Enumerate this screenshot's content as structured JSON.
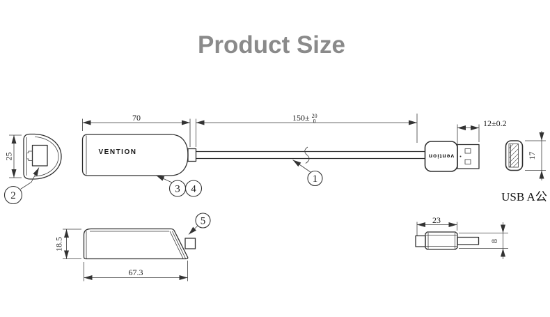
{
  "title": "Product Size",
  "colors": {
    "title_gray": "#8a8a8a",
    "line": "#2f2f2f"
  },
  "brand": {
    "body_logo": "VENTION",
    "plug_logo": "vention"
  },
  "callouts": {
    "c1": "1",
    "c2": "2",
    "c3": "3",
    "c4": "4",
    "c5": "5"
  },
  "annotations": {
    "usb_type": "USB A公"
  },
  "dimensions": {
    "body_length": "70",
    "cable_length": "150±",
    "cable_tol_plus": "20",
    "cable_tol_minus": "0",
    "plug_width": "12±0.2",
    "rear_height": "25",
    "usb_face_height": "17",
    "body_side_height": "18.5",
    "body_side_length": "67.3",
    "plug_assembly_length": "23",
    "plug_side_height": "8"
  }
}
